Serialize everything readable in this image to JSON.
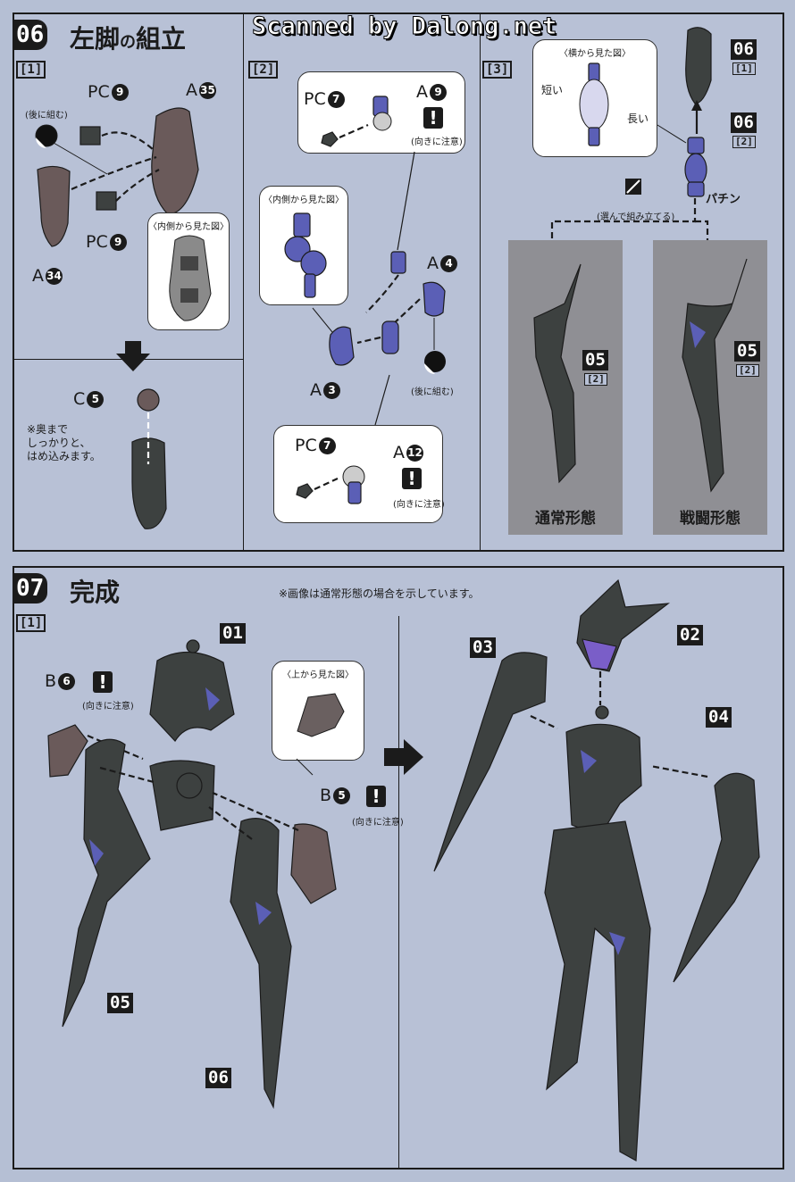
{
  "watermark": "Scanned by Dalong.net",
  "step06": {
    "number": "06",
    "title_main": "左脚",
    "title_particle": "の",
    "title_end": "組立",
    "sub1": {
      "tag": "[1]",
      "labels": {
        "pc_top": "PC",
        "pc_top_num": "9",
        "pc_bottom": "PC",
        "pc_bottom_num": "9",
        "a_top": "A",
        "a_top_num": "35",
        "a_left": "A",
        "a_left_num": "34",
        "c": "C",
        "c_num": "5"
      },
      "later_note": "(後に組む)",
      "inner_view": "〈内側から見た図〉",
      "insert_note": "※奥まで\nしっかりと、\nはめ込みます。"
    },
    "sub2": {
      "tag": "[2]",
      "labels": {
        "pc7_a": "PC",
        "pc7_a_num": "7",
        "a9": "A",
        "a9_num": "9",
        "a4": "A",
        "a4_num": "4",
        "a3": "A",
        "a3_num": "3",
        "pc7_b": "PC",
        "pc7_b_num": "7",
        "a12": "A",
        "a12_num": "12"
      },
      "orientation_note_1": "(向きに注意)",
      "orientation_note_2": "(向きに注意)",
      "inner_view": "〈内側から見た図〉",
      "later_note": "(後に組む)"
    },
    "sub3": {
      "tag": "[3]",
      "side_view": "〈横から見た図〉",
      "short": "短い",
      "long": "長い",
      "part06_top": "06",
      "part06_top_sub": "[1]",
      "part06_mid": "06",
      "part06_mid_sub": "[2]",
      "snap": "パチン",
      "choose_note": "(選んで組み立てる)",
      "forms": [
        {
          "name": "通常形態",
          "part": "05",
          "part_sub": "[2]"
        },
        {
          "name": "戦闘形態",
          "part": "05",
          "part_sub": "[2]"
        }
      ]
    }
  },
  "step07": {
    "number": "07",
    "title": "完成",
    "image_note": "※画像は通常形態の場合を示しています。",
    "sub1_tag": "[1]",
    "b6": "B",
    "b6_num": "6",
    "b6_note": "(向きに注意)",
    "b5": "B",
    "b5_num": "5",
    "b5_note": "(向きに注意)",
    "top_view": "〈上から見た図〉",
    "parts": {
      "p01": "01",
      "p02": "02",
      "p03": "03",
      "p04": "04",
      "p05": "05",
      "p06": "06"
    }
  },
  "colors": {
    "background": "#b8c1d6",
    "ink": "#1b1b1b",
    "part_dark": "#3d4140",
    "part_blue": "#5b5fb6",
    "form_panel": "#8f8f94"
  }
}
